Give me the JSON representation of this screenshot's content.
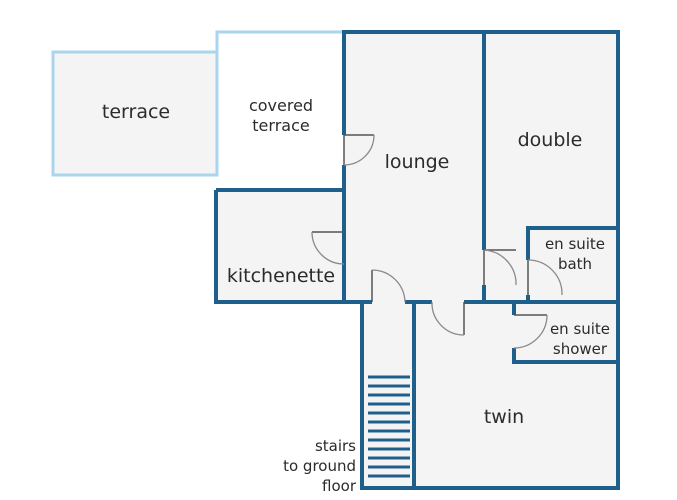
{
  "rooms": {
    "terrace": "terrace",
    "covered_terrace": [
      "covered",
      "terrace"
    ],
    "lounge": "lounge",
    "double": "double",
    "kitchenette": "kitchenette",
    "en_suite_bath": [
      "en suite",
      "bath"
    ],
    "en_suite_shower": [
      "en suite",
      "shower"
    ],
    "twin": "twin",
    "stairs": [
      "stairs",
      "to ground",
      "floor"
    ]
  },
  "colors": {
    "wall": "#1f5f8b",
    "terrace_wall": "#a9d6ee",
    "floor": "#f4f4f4",
    "label": "#2b2b2b"
  }
}
